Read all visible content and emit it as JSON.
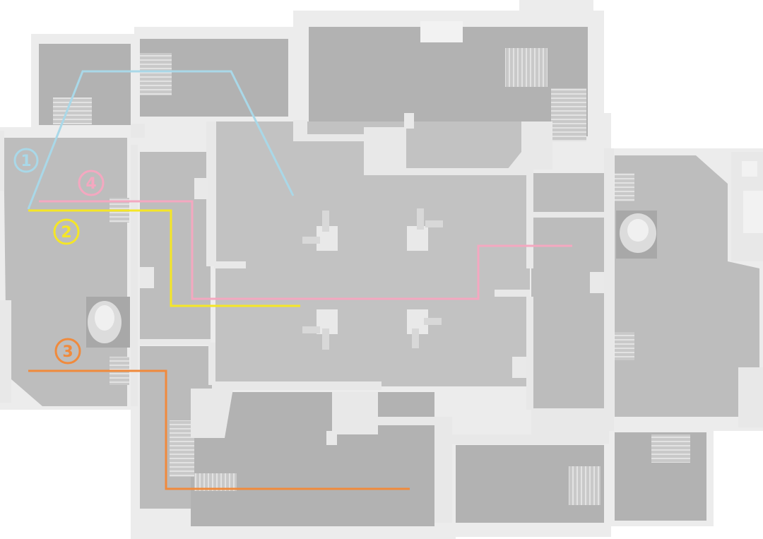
{
  "routes": [
    {
      "number": "1",
      "color": "#a9d8e8"
    },
    {
      "number": "2",
      "color": "#f5e626"
    },
    {
      "number": "3",
      "color": "#f08a3c"
    },
    {
      "number": "4",
      "color": "#f4a8c0"
    }
  ],
  "colors": {
    "outer_wall": "#ededed",
    "floor": "#b4b4b4",
    "floor_light": "#c6c6c6",
    "inner_wall": "#e6e6e6",
    "stairs": "#cfcfcf"
  }
}
